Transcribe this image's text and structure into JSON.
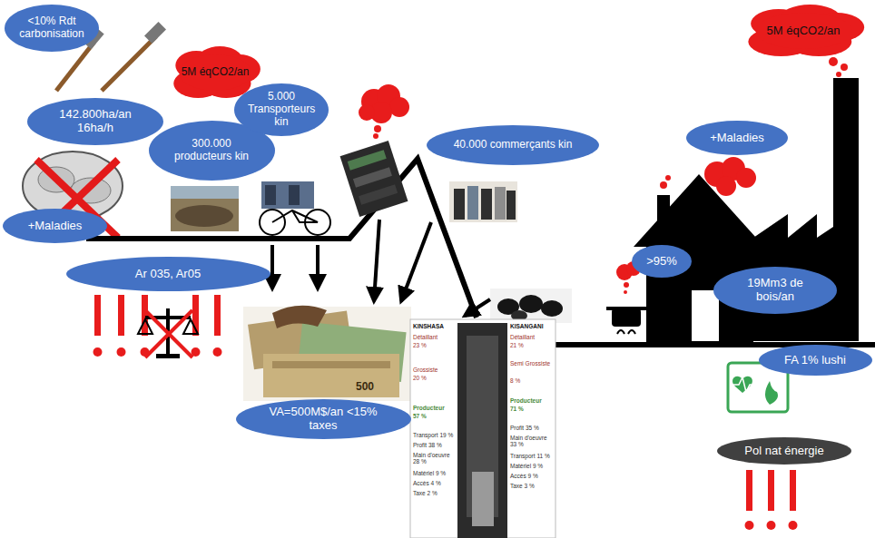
{
  "diagram": {
    "nodes": [
      {
        "text": [
          "<10% Rdt carbonisation"
        ]
      },
      {
        "text": [
          "5M éqCO2/an"
        ]
      },
      {
        "text": [
          "142.800ha/an 16ha/h"
        ]
      },
      {
        "text": [
          "300.000 producteurs kin"
        ]
      },
      {
        "text": [
          "5.000 Transporteurs kin"
        ]
      },
      {
        "text": [
          "40.000 commerçants kin"
        ]
      },
      {
        "text": [
          "+Maladies"
        ]
      },
      {
        "text": [
          "Ar 035, Ar05"
        ]
      },
      {
        "text": [
          "VA=500M$/an <15% taxes"
        ]
      },
      {
        "text": [
          "+Maladies"
        ]
      },
      {
        "text": [
          "5M éqCO2/an"
        ]
      },
      {
        "text": [
          ">95%"
        ]
      },
      {
        "text": [
          "19Mm3 de bois/an"
        ]
      },
      {
        "text": [
          "FA 1% lushi"
        ]
      },
      {
        "text": [
          "Pol nat énergie"
        ]
      }
    ],
    "labels": [
      "KINSHASA",
      "Détaillant",
      "23 %",
      "Grossiste",
      "20 %",
      "Producteur",
      "57 %",
      "Transport 19 %",
      "Profit 38 %",
      "Main d'oeuvre 28 %",
      "Matériel 9 %",
      "Accès 4 %",
      "Taxe 2 %",
      "KISANGANI",
      "Détaillant",
      "21 %",
      "Semi Grossiste",
      "8 %",
      "Producteur",
      "71 %",
      "Profit 35 %",
      "Main d'oeuvre 33 %",
      "Transport 11 %",
      "Matériel 9 %",
      "Accès 9 %",
      "Taxe 3 %",
      "500"
    ]
  }
}
